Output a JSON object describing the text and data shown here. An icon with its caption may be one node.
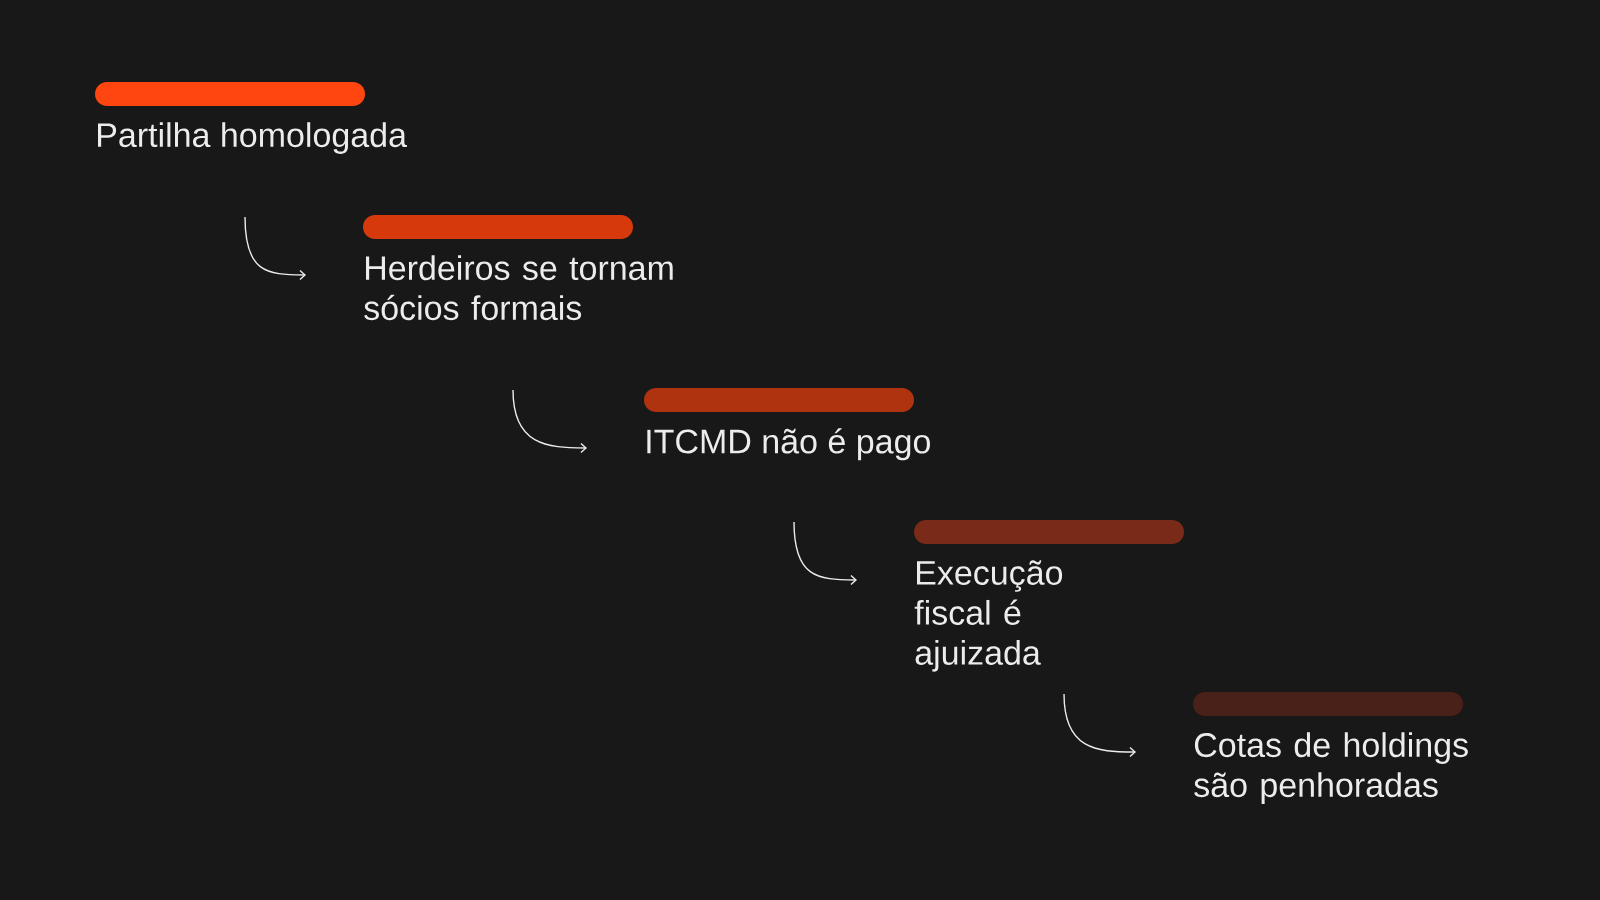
{
  "diagram": {
    "nodes": [
      {
        "text": [
          "Partilha homologada"
        ]
      },
      {
        "text": [
          "Herdeiros se tornam sócios formais"
        ]
      },
      {
        "text": [
          "ITCMD não é pago"
        ]
      },
      {
        "text": [
          "Execução fiscal é ajuizada"
        ]
      },
      {
        "text": [
          "Cotas de holdings são penhoradas"
        ]
      }
    ],
    "edges": [
      {
        "from": 0,
        "to": 1,
        "arrow": "to"
      },
      {
        "from": 1,
        "to": 2,
        "arrow": "to"
      },
      {
        "from": 2,
        "to": 3,
        "arrow": "to"
      },
      {
        "from": 3,
        "to": 4,
        "arrow": "to"
      }
    ]
  }
}
